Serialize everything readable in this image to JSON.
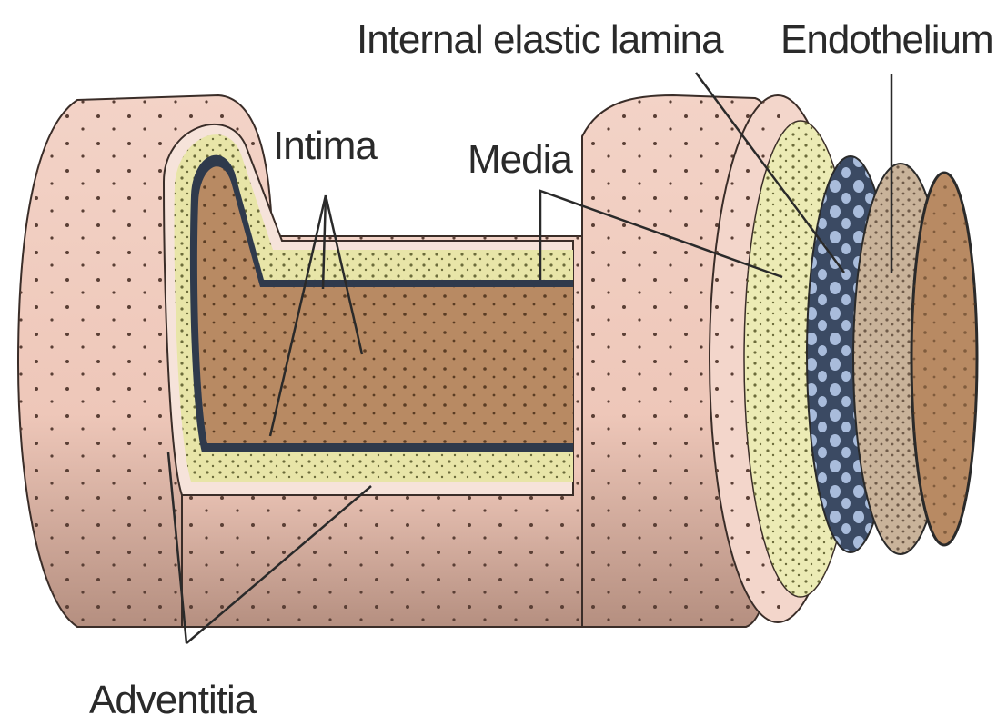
{
  "labels": {
    "internal_elastic_lamina": "Internal elastic lamina",
    "endothelium": "Endothelium",
    "intima": "Intima",
    "media": "Media",
    "adventitia": "Adventitia"
  },
  "colors": {
    "adventitia": "#f1cfc3",
    "adventitia_shadow": "#c7a192",
    "media": "#ecebb5",
    "lumen": "#b88a63",
    "lamina": "#9fb2d2",
    "endothelium": "#c9b39a",
    "outline": "#2a2a2a"
  }
}
